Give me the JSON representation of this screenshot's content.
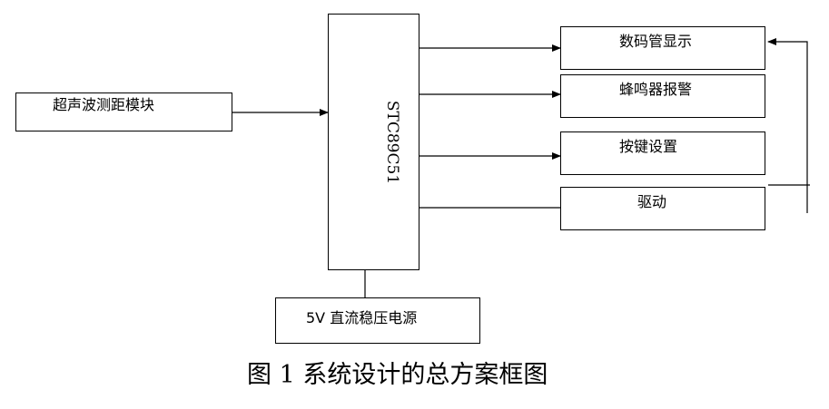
{
  "diagram": {
    "mcu": {
      "label": "STC89C51"
    },
    "blocks": {
      "ultrasonic": "超声波测距模块",
      "display": "数码管显示",
      "buzzer": "蜂鸣器报警",
      "keys": "按键设置",
      "driver": "驱动",
      "power": "5V 直流稳压电源"
    },
    "caption": "图 1 系统设计的总方案框图"
  }
}
